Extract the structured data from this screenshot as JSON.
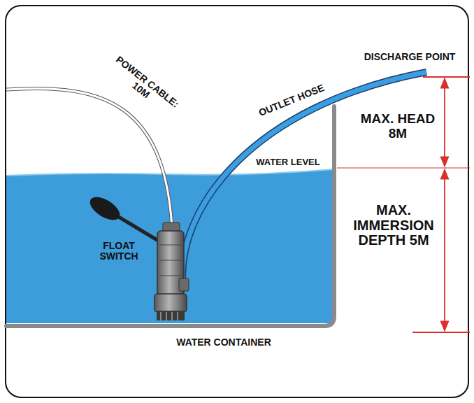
{
  "diagram": {
    "labels": [
      "DISCHARGE POINT",
      "POWER CABLE: 10M",
      "OUTLET HOSE",
      "WATER LEVEL",
      "MAX. HEAD 8M",
      "FLOAT SWITCH",
      "MAX. IMMERSION DEPTH 5M",
      "WATER CONTAINER"
    ]
  }
}
